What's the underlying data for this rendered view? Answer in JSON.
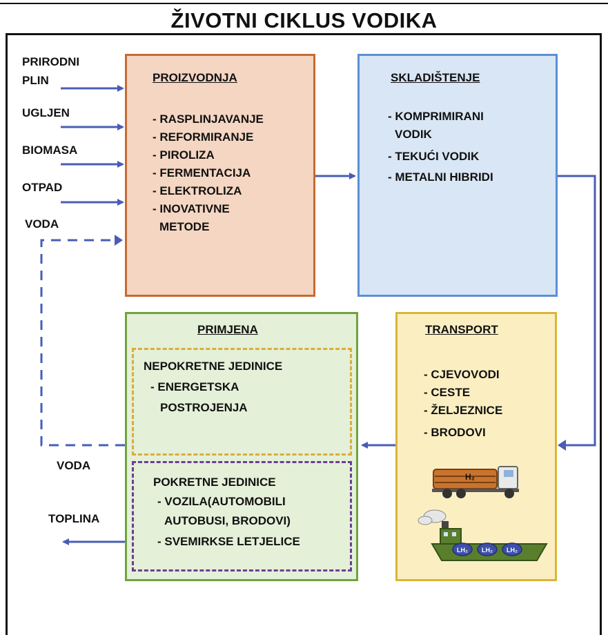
{
  "title": "ŽIVOTNI CIKLUS VODIKA",
  "inputs": {
    "prirodni_plin": [
      "PRIRODNI",
      "PLIN"
    ],
    "ugljen": "UGLJEN",
    "biomasa": "BIOMASA",
    "otpad": "OTPAD",
    "voda": "VODA"
  },
  "proizvodnja": {
    "heading": "PROIZVODNJA",
    "items": [
      "- RASPLINJAVANJE",
      "- REFORMIRANJE",
      "- PIROLIZA",
      "- FERMENTACIJA",
      "- ELEKTROLIZA",
      "- INOVATIVNE",
      "METODE"
    ]
  },
  "skladistenje": {
    "heading": "SKLADIŠTENJE",
    "items": [
      "- KOMPRIMIRANI",
      "VODIK",
      "- TEKUĆI VODIK",
      "- METALNI HIBRIDI"
    ]
  },
  "primjena": {
    "heading": "PRIMJENA",
    "fixed": [
      "NEPOKRETNE JEDINICE",
      "- ENERGETSKA",
      "POSTROJENJA"
    ],
    "mobile": [
      "POKRETNE JEDINICE",
      "- VOZILA(AUTOMOBILI",
      "AUTOBUSI, BRODOVI)",
      "- SVEMIRKSE LETJELICE"
    ]
  },
  "transport": {
    "heading": "TRANSPORT",
    "items": [
      "- CJEVOVODI",
      "- CESTE",
      "- ŽELJEZNICE",
      "- BRODOVI"
    ],
    "truck_label": "H₂",
    "ship_tanks": [
      "LH₂",
      "LH₂",
      "LH₂"
    ]
  },
  "outputs": {
    "voda": "VODA",
    "toplina": "TOPLINA"
  },
  "colors": {
    "arrow": "#4a5cb5",
    "proizvodnja_fill": "#f4d6c2",
    "skladistenje_fill": "#d9e6f6",
    "primjena_fill": "#e4f0d8",
    "transport_fill": "#fbefc2"
  }
}
